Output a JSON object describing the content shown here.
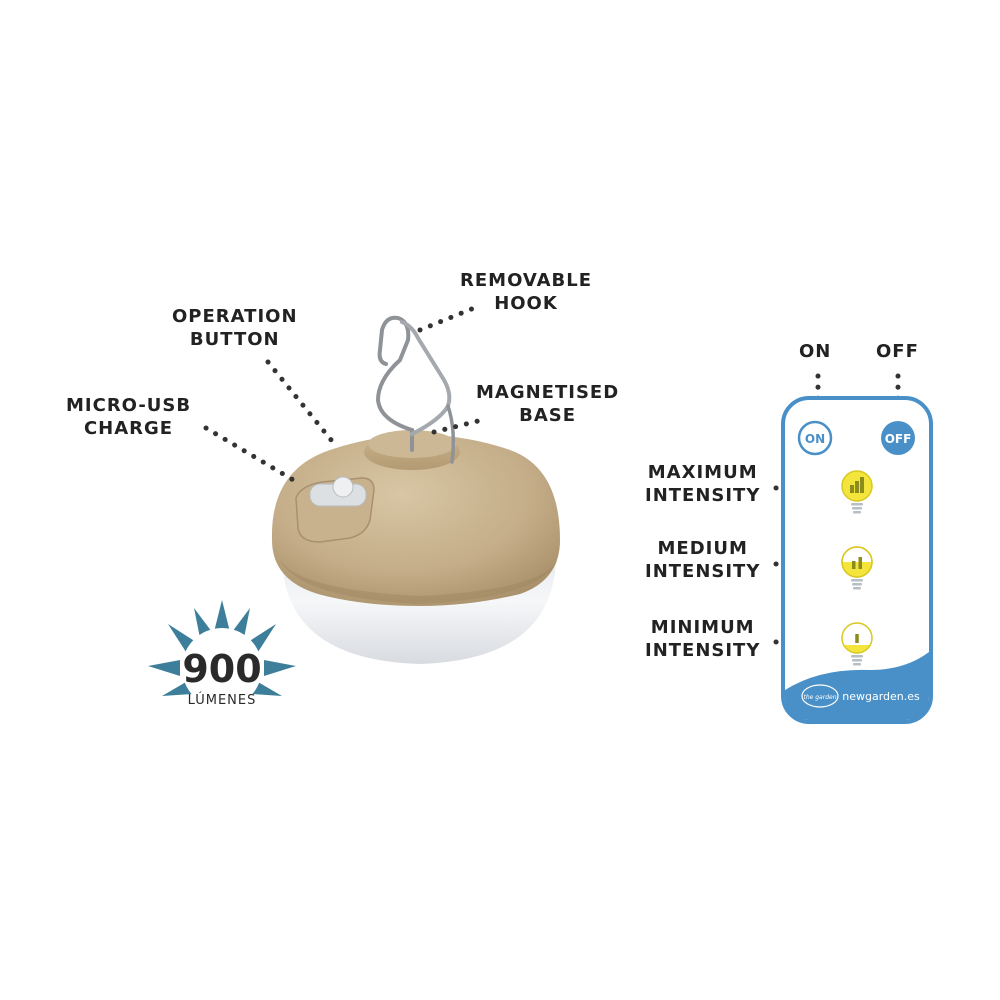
{
  "labels": {
    "removable_hook": [
      "REMOVABLE",
      "HOOK"
    ],
    "operation_button": [
      "OPERATION",
      "BUTTON"
    ],
    "micro_usb": [
      "MICRO-USB",
      "CHARGE"
    ],
    "magnetised_base": [
      "MAGNETISED",
      "BASE"
    ],
    "on": "ON",
    "off": "OFF",
    "maximum_intensity": [
      "MAXIMUM",
      "INTENSITY"
    ],
    "medium_intensity": [
      "MEDIUM",
      "INTENSITY"
    ],
    "minimum_intensity": [
      "MINIMUM",
      "INTENSITY"
    ]
  },
  "remote": {
    "on_button": "ON",
    "off_button": "OFF",
    "brand_logo_text": "the garden",
    "website": "newgarden.es"
  },
  "badge": {
    "value": "900",
    "unit": "LÚMENES"
  },
  "colors": {
    "lamp_shell": "#c4ad88",
    "lamp_diffuser": "#f4f5f7",
    "remote_blue": "#4a90c8",
    "badge_blue": "#3d7f9a",
    "bulb_yellow": "#f3e53c",
    "bar_green": "#8c8c1c",
    "dots": "#333333"
  },
  "icons": {
    "hook": "metal-hook-icon",
    "bulb": "led-bulb-icon",
    "badge": "sunburst-badge-icon"
  }
}
